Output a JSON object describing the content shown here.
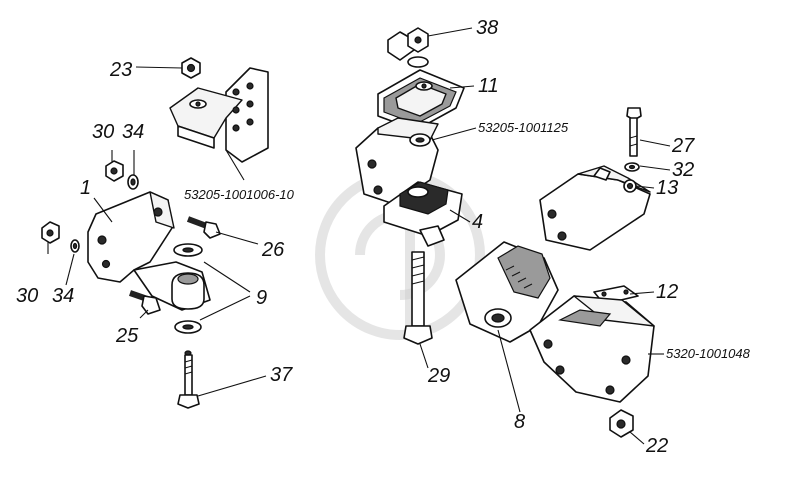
{
  "labels": {
    "l1": "1",
    "l4": "4",
    "l8": "8",
    "l9": "9",
    "l11": "11",
    "l12": "12",
    "l13": "13",
    "l22": "22",
    "l23": "23",
    "l25": "25",
    "l26": "26",
    "l27": "27",
    "l29": "29",
    "l30a": "30",
    "l30b": "30",
    "l32": "32",
    "l34a": "34",
    "l34b": "34",
    "l37": "37",
    "l38": "38"
  },
  "part_codes": {
    "bracket_left": "53205-1001006-10",
    "cushion_top": "53205-1001125",
    "bracket_right": "5320-1001048"
  }
}
